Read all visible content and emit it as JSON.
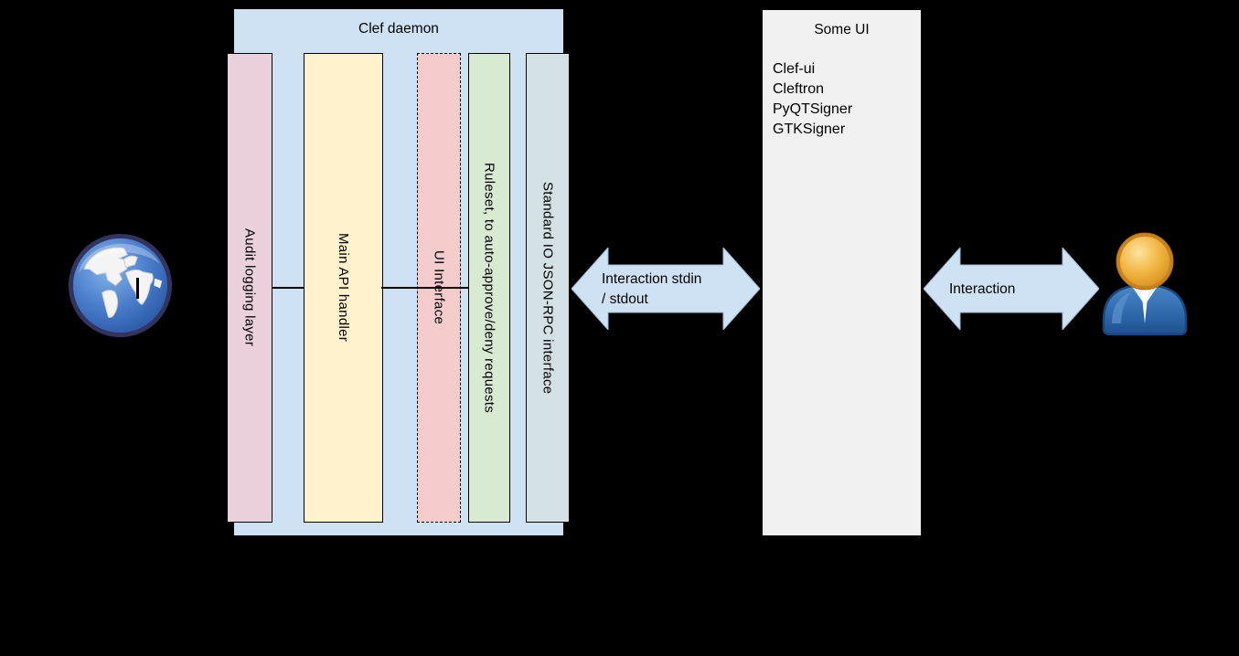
{
  "clef_daemon": {
    "title": "Clef daemon",
    "columns": [
      {
        "label": "Audit logging layer"
      },
      {
        "label": "Main API handler"
      },
      {
        "label": "UI Interface"
      },
      {
        "label": "Ruleset, to auto-approve/deny requests"
      },
      {
        "label": "Standard IO JSON-RPC interface"
      }
    ]
  },
  "some_ui": {
    "title": "Some UI",
    "items": [
      "Clef-ui",
      "Cleftron",
      "PyQTSigner",
      "GTKSigner"
    ]
  },
  "arrows": [
    {
      "line1": "Interaction stdin",
      "line2": "/ stdout"
    },
    {
      "line1": "Interaction",
      "line2": ""
    }
  ],
  "icons": {
    "left": "globe-icon",
    "right": "person-icon"
  },
  "colors": {
    "background": "#000000",
    "container_blue": "#cfe2f3",
    "audit_pink": "#ead1dc",
    "api_yellow": "#fff2cc",
    "ui_interface_red": "#f4cccc",
    "ruleset_green": "#d9ead3",
    "stdio_grey": "#d3e0e4",
    "some_ui_grey": "#f1f1f1",
    "arrow_blue": "#cfe2f3",
    "globe_blue": "#3a6cb5",
    "person_head_orange": "#e8a62e",
    "person_body_blue": "#2e68ab"
  }
}
